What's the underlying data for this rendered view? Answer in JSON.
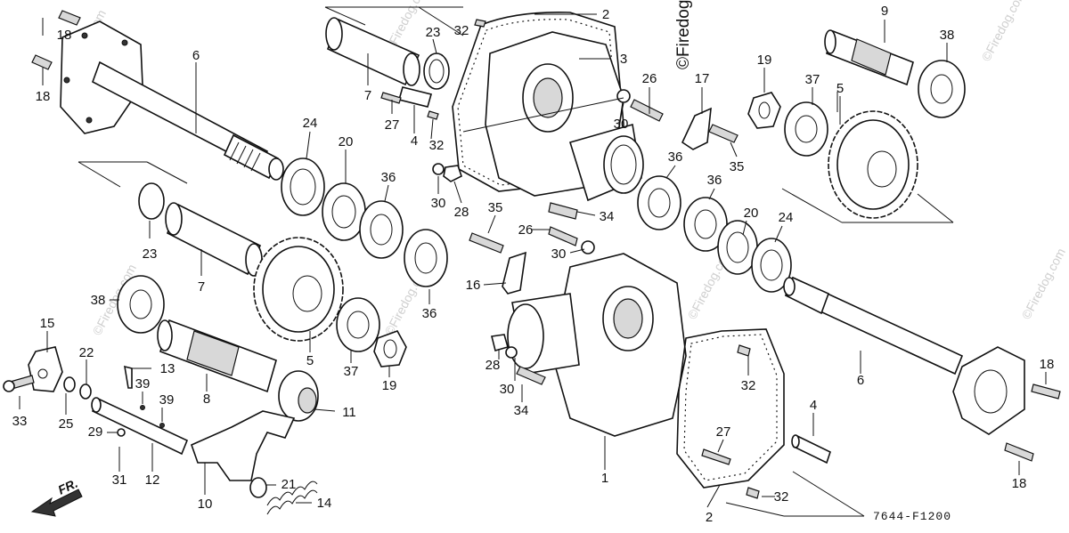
{
  "watermark": "©Firedog.com",
  "copyright_text": "©Firedog.com",
  "diagram_code": "7644-F1200",
  "direction_label": "FR.",
  "callouts": [
    {
      "id": "c18a",
      "label": "18"
    },
    {
      "id": "c18b",
      "label": "18"
    },
    {
      "id": "c6a",
      "label": "6"
    },
    {
      "id": "c7a",
      "label": "7"
    },
    {
      "id": "c23a",
      "label": "23"
    },
    {
      "id": "c32a",
      "label": "32"
    },
    {
      "id": "c2a",
      "label": "2"
    },
    {
      "id": "c3",
      "label": "3"
    },
    {
      "id": "c9",
      "label": "9"
    },
    {
      "id": "c38a",
      "label": "38"
    },
    {
      "id": "c26a",
      "label": "26"
    },
    {
      "id": "c17",
      "label": "17"
    },
    {
      "id": "c19a",
      "label": "19"
    },
    {
      "id": "c37a",
      "label": "37"
    },
    {
      "id": "c5a",
      "label": "5"
    },
    {
      "id": "c27a",
      "label": "27"
    },
    {
      "id": "c4a",
      "label": "4"
    },
    {
      "id": "c32b",
      "label": "32"
    },
    {
      "id": "c30a",
      "label": "30"
    },
    {
      "id": "c24a",
      "label": "24"
    },
    {
      "id": "c20a",
      "label": "20"
    },
    {
      "id": "c36a",
      "label": "36"
    },
    {
      "id": "c36b",
      "label": "36"
    },
    {
      "id": "c36c",
      "label": "36"
    },
    {
      "id": "c35a",
      "label": "35"
    },
    {
      "id": "c30b",
      "label": "30"
    },
    {
      "id": "c28a",
      "label": "28"
    },
    {
      "id": "c34a",
      "label": "34"
    },
    {
      "id": "c20b",
      "label": "20"
    },
    {
      "id": "c24b",
      "label": "24"
    },
    {
      "id": "c23b",
      "label": "23"
    },
    {
      "id": "c35b",
      "label": "35"
    },
    {
      "id": "c26b",
      "label": "26"
    },
    {
      "id": "c30c",
      "label": "30"
    },
    {
      "id": "c7b",
      "label": "7"
    },
    {
      "id": "c16",
      "label": "16"
    },
    {
      "id": "c38b",
      "label": "38"
    },
    {
      "id": "c36d",
      "label": "36"
    },
    {
      "id": "c15",
      "label": "15"
    },
    {
      "id": "c5b",
      "label": "5"
    },
    {
      "id": "c37b",
      "label": "37"
    },
    {
      "id": "c19b",
      "label": "19"
    },
    {
      "id": "c28b",
      "label": "28"
    },
    {
      "id": "c30d",
      "label": "30"
    },
    {
      "id": "c34b",
      "label": "34"
    },
    {
      "id": "c6b",
      "label": "6"
    },
    {
      "id": "c18c",
      "label": "18"
    },
    {
      "id": "c32c",
      "label": "32"
    },
    {
      "id": "c4b",
      "label": "4"
    },
    {
      "id": "c22",
      "label": "22"
    },
    {
      "id": "c13",
      "label": "13"
    },
    {
      "id": "c33",
      "label": "33"
    },
    {
      "id": "c25",
      "label": "25"
    },
    {
      "id": "c39a",
      "label": "39"
    },
    {
      "id": "c39b",
      "label": "39"
    },
    {
      "id": "c8",
      "label": "8"
    },
    {
      "id": "c11",
      "label": "11"
    },
    {
      "id": "c29",
      "label": "29"
    },
    {
      "id": "c27b",
      "label": "27"
    },
    {
      "id": "c31",
      "label": "31"
    },
    {
      "id": "c12",
      "label": "12"
    },
    {
      "id": "c1",
      "label": "1"
    },
    {
      "id": "c21",
      "label": "21"
    },
    {
      "id": "c10",
      "label": "10"
    },
    {
      "id": "c14",
      "label": "14"
    },
    {
      "id": "c2b",
      "label": "2"
    },
    {
      "id": "c32d",
      "label": "32"
    },
    {
      "id": "c18d",
      "label": "18"
    }
  ]
}
